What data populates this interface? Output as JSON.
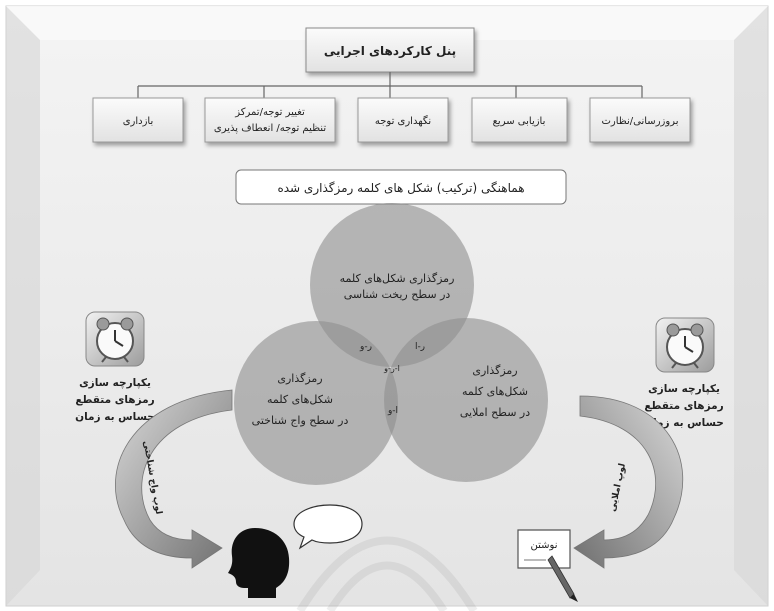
{
  "header": {
    "title": "پنل کارکردهای اجرایی"
  },
  "functions": [
    {
      "lines": [
        "بروزرسانی/نظارت"
      ]
    },
    {
      "lines": [
        "بازیابی سریع"
      ]
    },
    {
      "lines": [
        "نگهداری توجه"
      ]
    },
    {
      "lines": [
        "تغییر توجه/تمرکز",
        "تنظیم توجه/ انعطاف پذیری"
      ]
    },
    {
      "lines": [
        "بازداری"
      ]
    }
  ],
  "integration": {
    "label": "هماهنگی (ترکیب) شکل های کلمه رمزگذاری شده"
  },
  "venn": {
    "top": {
      "lines": [
        "رمزگذاری شکل‌های کلمه",
        "در سطح ریخت شناسی"
      ]
    },
    "left": {
      "lines": [
        "رمزگذاری",
        "شکل‌های کلمه",
        "در سطح واج شناختی"
      ]
    },
    "right": {
      "lines": [
        "رمزگذاری",
        "شکل‌های کلمه",
        "در سطح املایی"
      ]
    },
    "overlap_top_left": "ر-و",
    "overlap_top_right": "ر-ا",
    "overlap_center": "ا-ر-و",
    "overlap_left_right": "ا-و"
  },
  "left_side": {
    "clock_icon": "alarm-clock-icon",
    "caption_lines": [
      "یکپارچه سازی",
      "رمزهای متقطع",
      "حساس به زمان"
    ],
    "loop_label": "لوپ واج شناختی",
    "output_icon": "speaking-head-icon"
  },
  "right_side": {
    "clock_icon": "alarm-clock-icon",
    "caption_lines": [
      "یکپارچه سازی",
      "رمزهای متقطع",
      "حساس به زمان"
    ],
    "loop_label": "لوپ املایی",
    "output_icon": "writing-pencil-icon",
    "writing_label": "نوشتن"
  },
  "colors": {
    "circle": "#8e8e8e",
    "box_shadow": "#9a9a9a",
    "arrow": "#8a8a8a"
  }
}
